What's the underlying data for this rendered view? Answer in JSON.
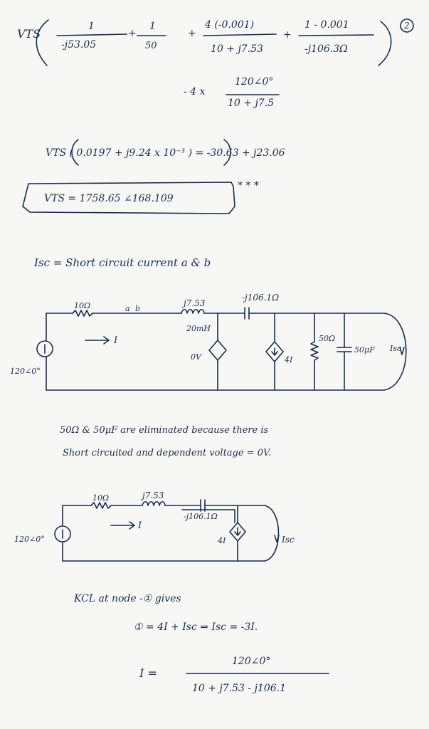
{
  "page_label": "2",
  "eq1": {
    "lhs": "VTS",
    "t1_num": "1",
    "t1_den": "-j53.05",
    "plus1": "+",
    "t2_num": "1",
    "t2_den": "50",
    "plus2": "+",
    "t3_num": "4 (-0.001)",
    "t3_den": "10 + j7.53",
    "plus3": "+",
    "t4_num": "1 - 0.001",
    "t4_den": "-j106.3Ω"
  },
  "eq2": {
    "prefix": "- 4 x",
    "num": "120∠0°",
    "den": "10 + j7.5"
  },
  "eq3": {
    "text": "VTS ( 0.0197 + j9.24 x 10⁻³ ) = -30.63 + j23.06"
  },
  "boxed": {
    "text": "VTS = 1758.65 ∠168.109",
    "stars": "* * *"
  },
  "isc_def": {
    "text": "Isc = Short circuit current a & b"
  },
  "circuit1": {
    "r1": "10Ω",
    "node_a": "a",
    "node_b": "b",
    "l1": "j7.53",
    "l1_sub": "20mH",
    "c1": "-j106.1Ω",
    "src": "120∠0°",
    "current": "I",
    "dep_v": "0V",
    "dep_i": "4I",
    "r2": "50Ω",
    "c2": "50μF",
    "isc": "Isc"
  },
  "note": {
    "line1": "50Ω & 50μF are eliminated because there is",
    "line2": "Short circuited and dependent voltage = 0V."
  },
  "circuit2": {
    "r1": "10Ω",
    "l1": "j7.53",
    "c1": "-j106.1Ω",
    "current": "I",
    "src": "120∠0°",
    "dep_i": "4I",
    "isc": "Isc"
  },
  "kcl": {
    "line1": "KCL at node -①  gives",
    "line2": "① = 4I + Isc ⇒ Isc = -3I."
  },
  "final": {
    "lhs": "I =",
    "num": "120∠0°",
    "den": "10 + j7.53 - j106.1"
  }
}
